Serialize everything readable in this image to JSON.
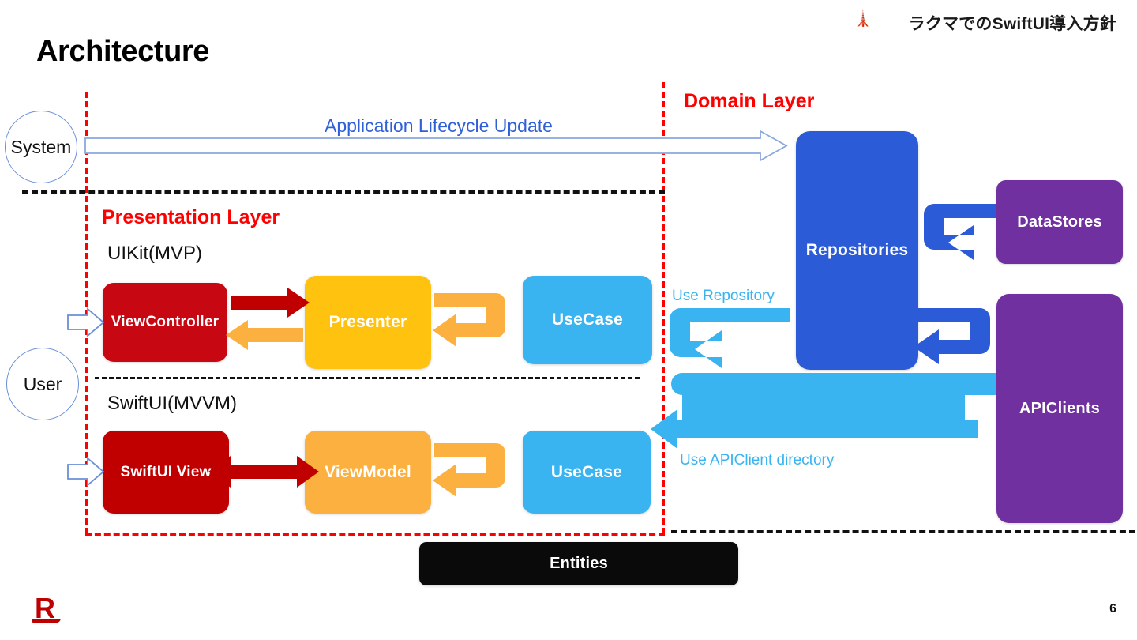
{
  "header": {
    "rocket_icon": "🗼",
    "title": "ラクマでのSwiftUI導入方針"
  },
  "slide": {
    "title": "Architecture",
    "page_number": "6",
    "logo": "R"
  },
  "layers": {
    "domain_label": "Domain Layer",
    "presentation_label": "Presentation Layer"
  },
  "actors": {
    "system": "System",
    "user": "User"
  },
  "sections": {
    "uikit": "UIKit(MVP)",
    "swiftui": "SwiftUI(MVVM)"
  },
  "boxes": {
    "view_controller": "ViewController",
    "presenter": "Presenter",
    "use_case_mvp": "UseCase",
    "swiftui_view": "SwiftUI View",
    "view_model": "ViewModel",
    "use_case_mvvm": "UseCase",
    "repositories": "Repositories",
    "data_stores": "DataStores",
    "api_clients": "APIClients",
    "entities": "Entities"
  },
  "annotations": {
    "lifecycle": "Application Lifecycle Update",
    "use_repository": "Use Repository",
    "use_apiclient": "Use APIClient directory"
  },
  "colors": {
    "red_accent": "#ff0000",
    "deep_red": "#c00000",
    "presenter_orange": "#ffc20e",
    "viewmodel_orange": "#fbb040",
    "usecase_blue": "#39b4f0",
    "repository_blue": "#2b5bd7",
    "purple": "#7030a0",
    "entities_black": "#0a0a0a",
    "annotation_blue": "#3060d8",
    "circle_outline": "#6a8fd8"
  }
}
